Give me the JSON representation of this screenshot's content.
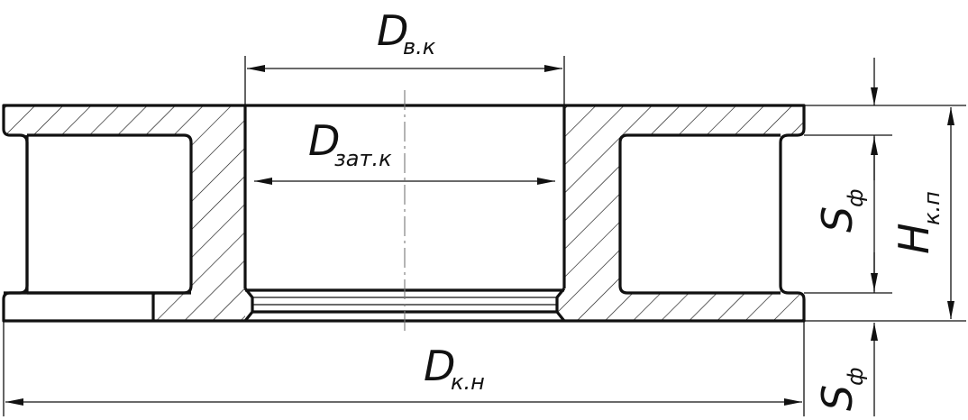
{
  "labels": {
    "d_inner": {
      "main": "D",
      "sub": "в.к"
    },
    "d_thread": {
      "main": "D",
      "sub": "зат.к"
    },
    "d_outer": {
      "main": "D",
      "sub": "к.н"
    },
    "s_top": {
      "main": "S",
      "sub": "ф"
    },
    "s_bottom": {
      "main": "S",
      "sub": "ф"
    },
    "h_height": {
      "main": "H",
      "sub": "к.п"
    }
  },
  "colors": {
    "line": "#111111",
    "center_line": "#777777",
    "background": "#ffffff"
  }
}
